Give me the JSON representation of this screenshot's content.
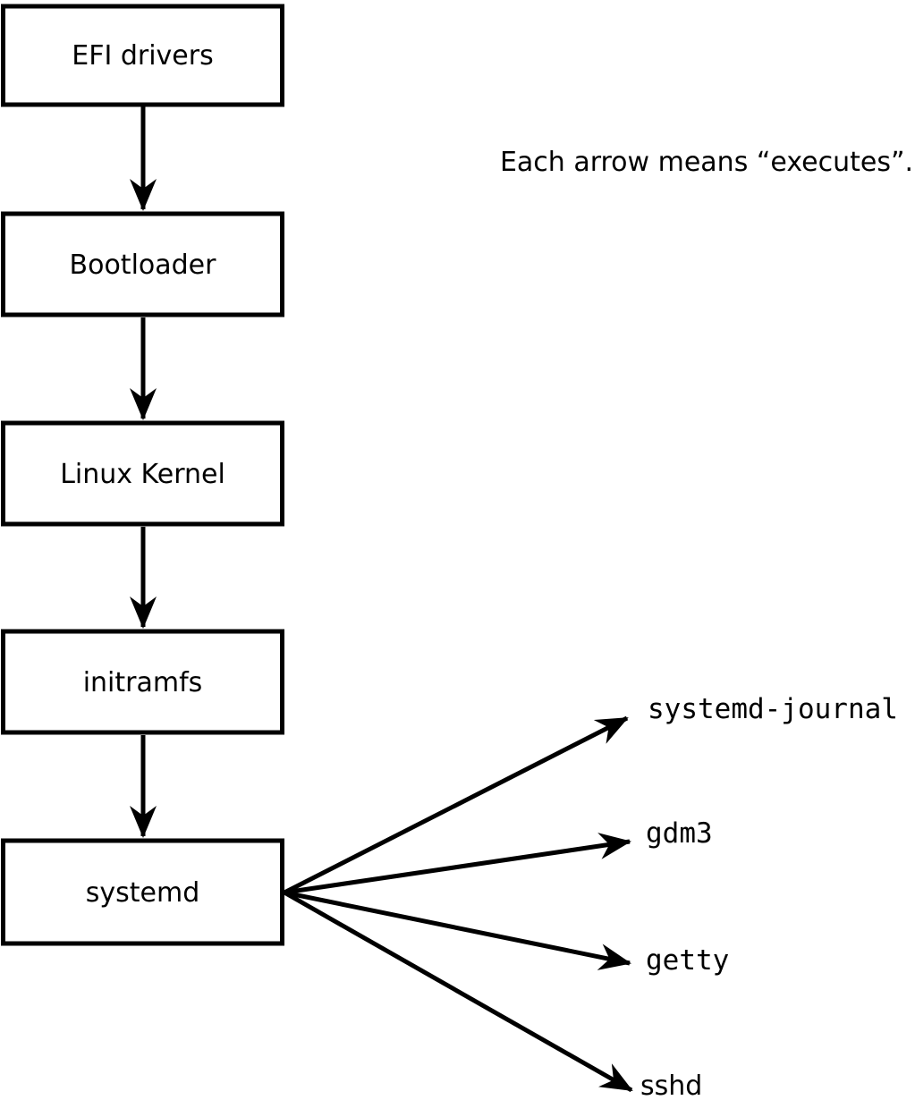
{
  "diagram": {
    "annotation": "Each arrow means “executes”.",
    "arrow_meaning": "executes",
    "boot_chain": [
      {
        "label": "EFI drivers"
      },
      {
        "label": "Bootloader"
      },
      {
        "label": "Linux Kernel"
      },
      {
        "label": "initramfs"
      },
      {
        "label": "systemd"
      }
    ],
    "spawned_processes": [
      {
        "label": "systemd-journal"
      },
      {
        "label": "gdm3"
      },
      {
        "label": "getty"
      },
      {
        "label": "sshd"
      }
    ],
    "colors": {
      "line": "#000000",
      "box_fill": "#ffffff",
      "background": "#ffffff",
      "text": "#000000"
    }
  }
}
